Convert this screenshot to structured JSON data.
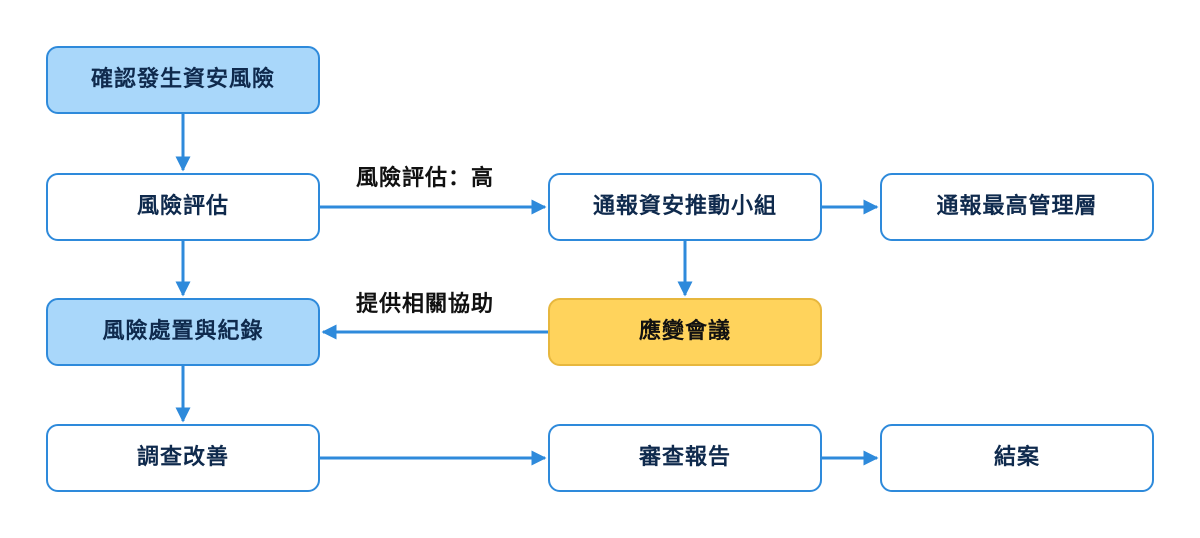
{
  "nodes": {
    "confirm": "確認發生資安風險",
    "assess": "風險評估",
    "handle": "風險處置與紀錄",
    "investigate": "調查改善",
    "notify_team": "通報資安推動小組",
    "meeting": "應變會議",
    "review": "審查報告",
    "notify_top": "通報最高管理層",
    "close": "結案"
  },
  "edge_labels": {
    "risk_high": "風險評估：高",
    "assist": "提供相關協助"
  },
  "colors": {
    "line": "#2E8ADB",
    "highlight_blue": "#A9D7FA",
    "highlight_yellow": "#FFD35C",
    "node_text": "#0F2A4D"
  }
}
